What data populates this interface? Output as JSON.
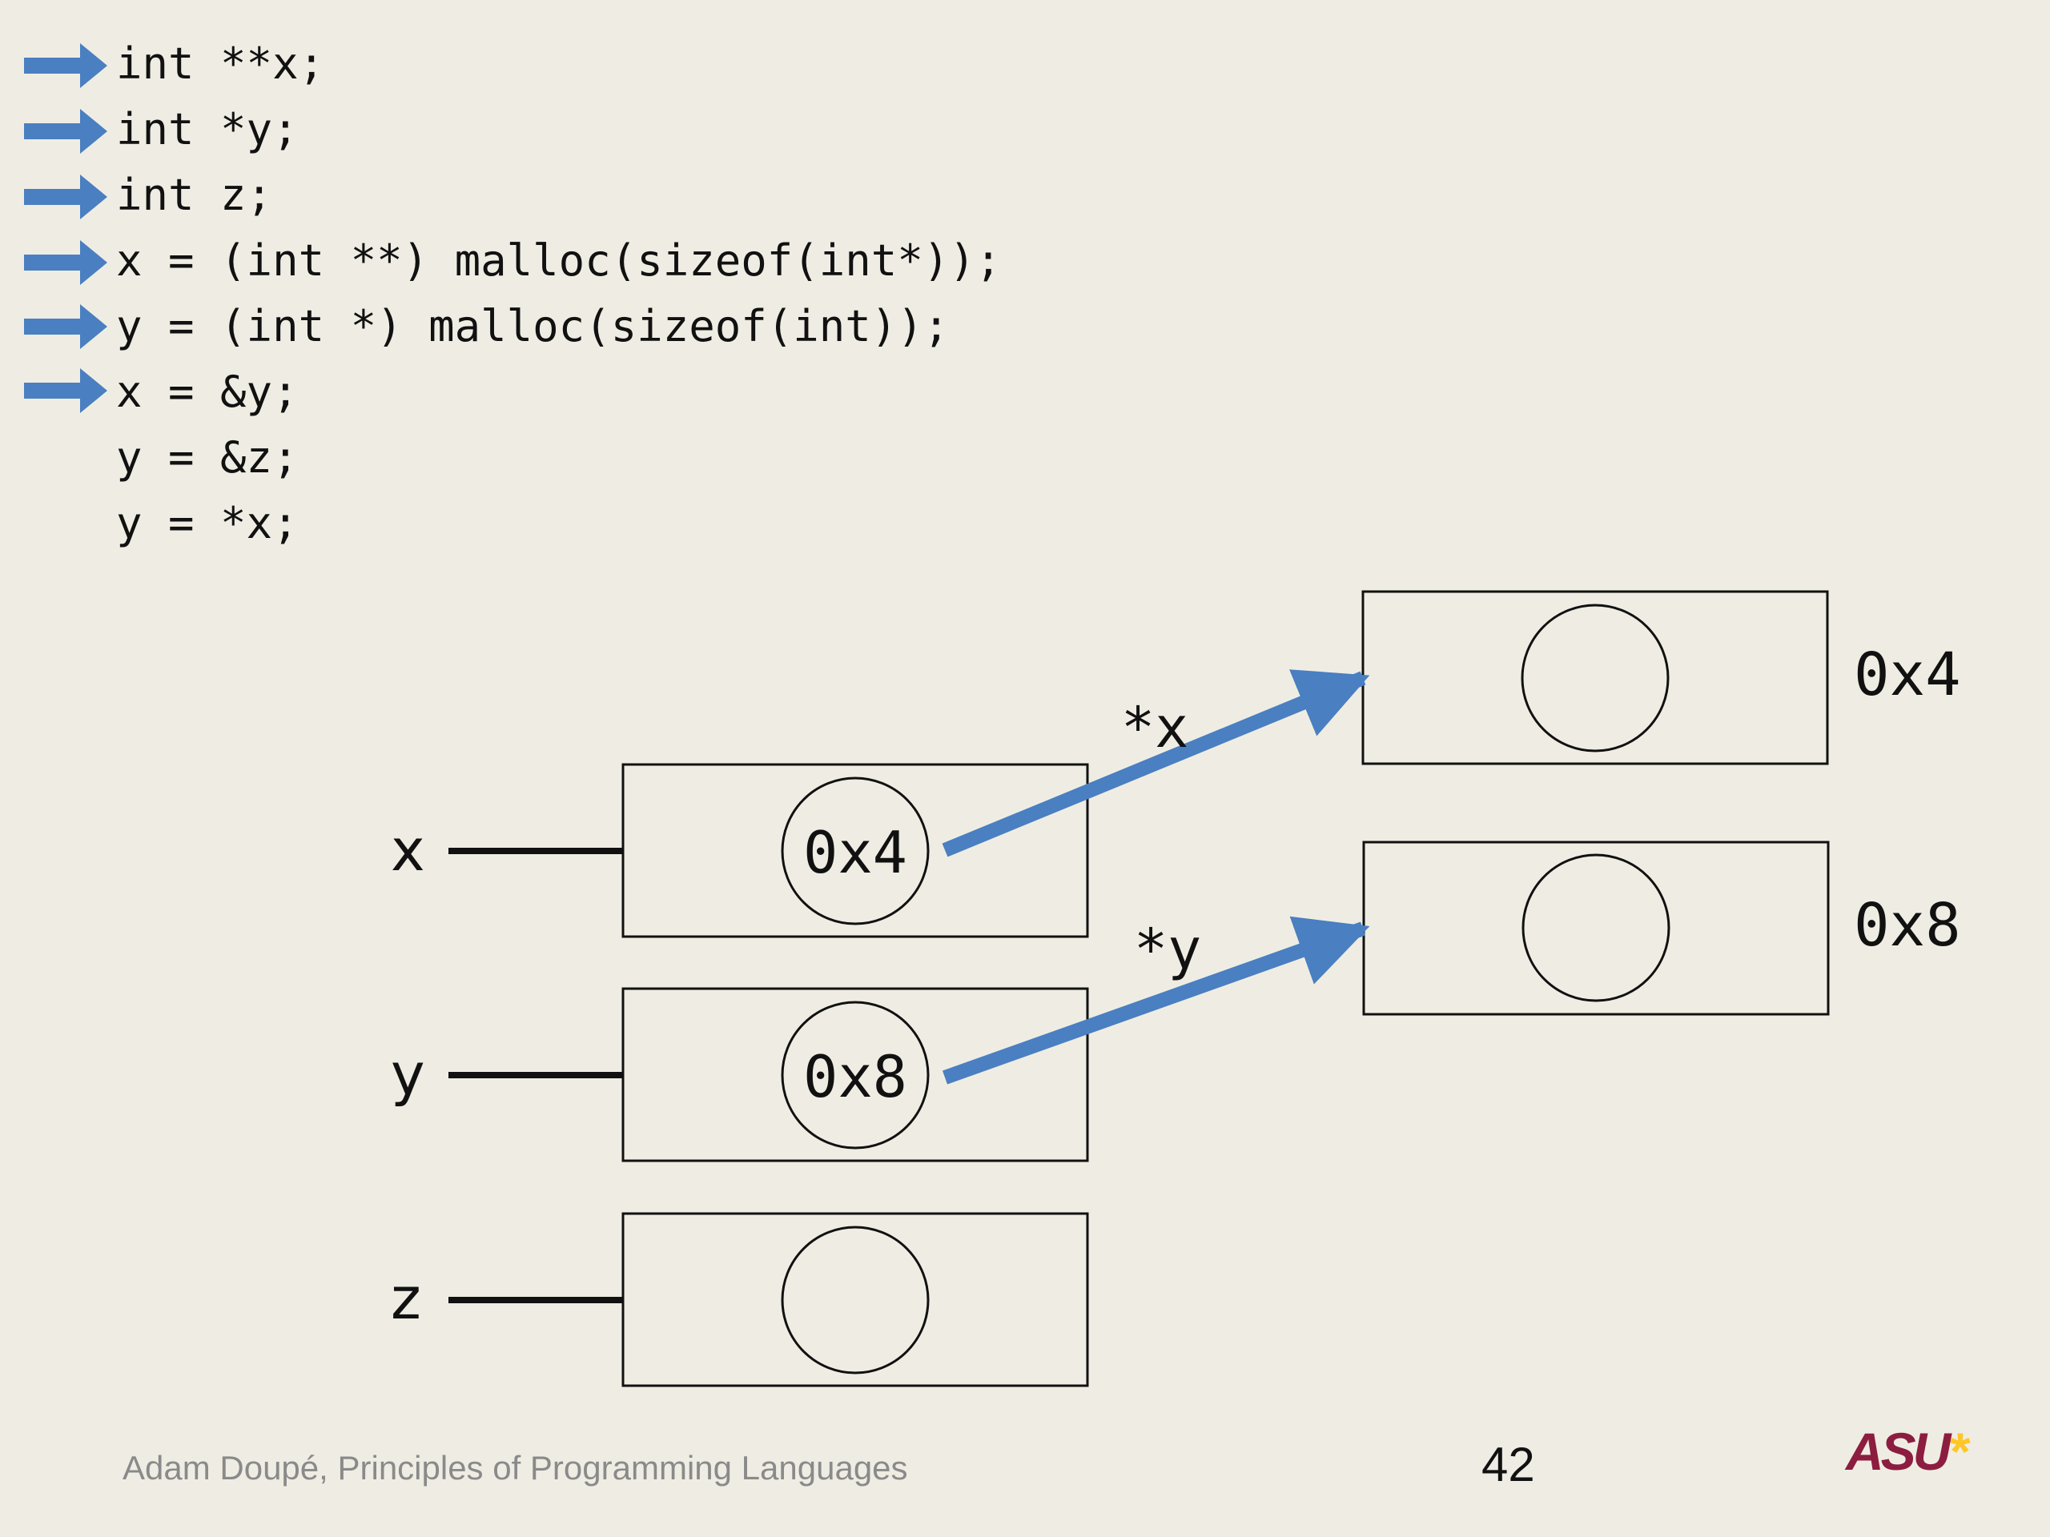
{
  "code": {
    "lines": [
      {
        "text": "int **x;",
        "executed": true
      },
      {
        "text": "int *y;",
        "executed": true
      },
      {
        "text": "int z;",
        "executed": true
      },
      {
        "text": "x = (int **) malloc(sizeof(int*));",
        "executed": true
      },
      {
        "text": "y = (int *) malloc(sizeof(int));",
        "executed": true
      },
      {
        "text": "x = &y;",
        "executed": true
      },
      {
        "text": "y = &z;",
        "executed": false
      },
      {
        "text": "y = *x;",
        "executed": false
      }
    ]
  },
  "diagram": {
    "variables": [
      {
        "name": "x",
        "value": "0x4"
      },
      {
        "name": "y",
        "value": "0x8"
      },
      {
        "name": "z",
        "value": ""
      }
    ],
    "heap": [
      {
        "address": "0x4",
        "value": ""
      },
      {
        "address": "0x8",
        "value": ""
      }
    ],
    "pointer_labels": [
      "*x",
      "*y"
    ],
    "arrow_color": "#4a7fc1"
  },
  "footer": {
    "author_course": "Adam Doupé, Principles of Programming Languages",
    "page_number": "42",
    "logo": "ASU"
  }
}
